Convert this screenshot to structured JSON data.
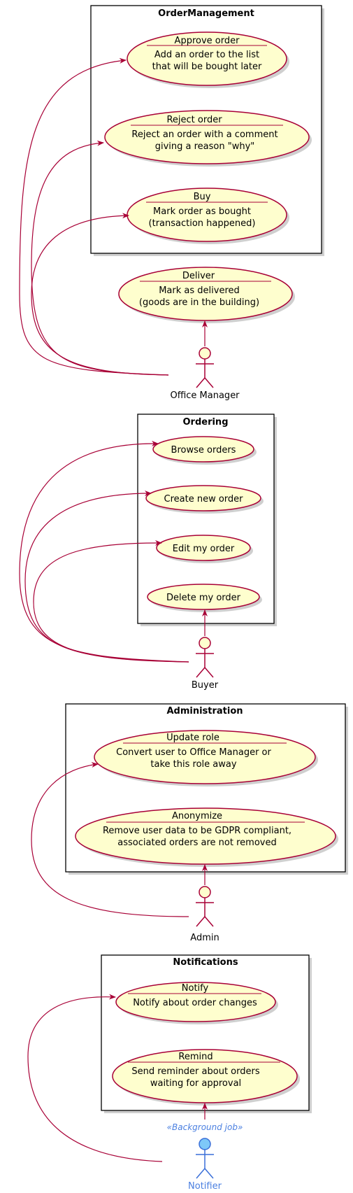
{
  "colors": {
    "box_border": "#000000",
    "usecase_fill": "#FEFECE",
    "usecase_border": "#A80036",
    "arrow": "#A80036",
    "actor_fill": "#FEFECE",
    "actor_border": "#A80036",
    "job_actor_fill": "#7EC8F8",
    "job_actor_border": "#3A6FD8",
    "job_text": "#4A7FE0",
    "shadow": "#cfcfcf"
  },
  "packages": [
    {
      "title": "OrderManagement",
      "usecases": [
        {
          "name": "Approve order",
          "desc": [
            "Add an order to the list",
            "that will be bought later"
          ]
        },
        {
          "name": "Reject order",
          "desc": [
            "Reject an order with a comment",
            "giving a reason \"why\""
          ]
        },
        {
          "name": "Buy",
          "desc": [
            "Mark order as bought",
            "(transaction happened)"
          ]
        },
        {
          "name": "Deliver",
          "desc": [
            "Mark as delivered",
            "(goods are in the building)"
          ]
        }
      ],
      "actor": {
        "name": "Office Manager",
        "stereotype": "",
        "icon": "actor-stick-figure-icon"
      }
    },
    {
      "title": "Ordering",
      "usecases": [
        {
          "name": "Browse orders",
          "desc": []
        },
        {
          "name": "Create new order",
          "desc": []
        },
        {
          "name": "Edit my order",
          "desc": []
        },
        {
          "name": "Delete my order",
          "desc": []
        }
      ],
      "actor": {
        "name": "Buyer",
        "stereotype": "",
        "icon": "actor-stick-figure-icon"
      }
    },
    {
      "title": "Administration",
      "usecases": [
        {
          "name": "Update role",
          "desc": [
            "Convert user to Office Manager or",
            "take this role away"
          ]
        },
        {
          "name": "Anonymize",
          "desc": [
            "Remove user data to be GDPR compliant,",
            "associated orders are not removed"
          ]
        }
      ],
      "actor": {
        "name": "Admin",
        "stereotype": "",
        "icon": "actor-stick-figure-icon"
      }
    },
    {
      "title": "Notifications",
      "usecases": [
        {
          "name": "Notify",
          "desc": [
            "Notify about order changes"
          ]
        },
        {
          "name": "Remind",
          "desc": [
            "Send reminder about orders",
            "waiting for approval"
          ]
        }
      ],
      "actor": {
        "name": "Notifier",
        "stereotype": "«Background job»",
        "icon": "actor-stick-figure-icon"
      }
    }
  ]
}
